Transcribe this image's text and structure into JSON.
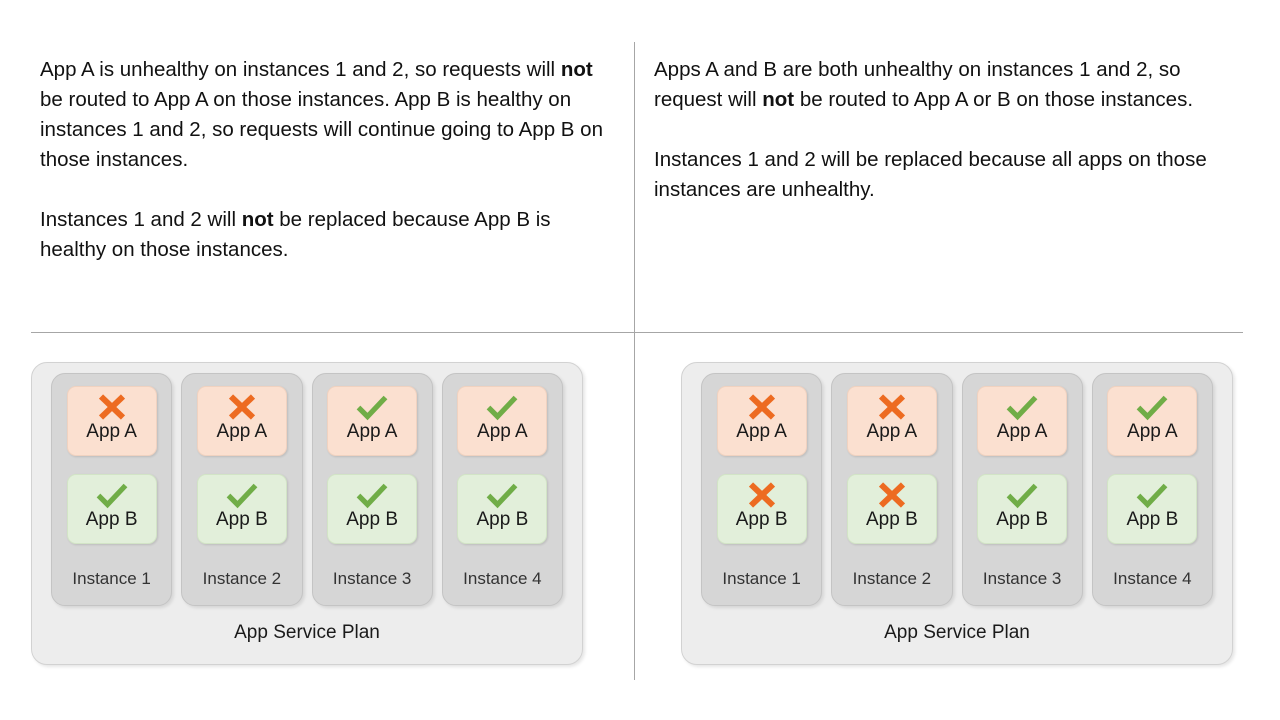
{
  "colors": {
    "app_a_background": "#fbe0d0",
    "app_b_background": "#e2efda",
    "instance_background": "#d6d6d6",
    "plan_background": "#ededed",
    "healthy_check": "#70ad47",
    "unhealthy_cross": "#ed6b21",
    "divider": "#a6a6a6"
  },
  "left": {
    "paragraphs": [
      [
        {
          "text": "App A is unhealthy on instances 1 and 2, so requests will ",
          "bold": false
        },
        {
          "text": "not",
          "bold": true
        },
        {
          "text": " be routed to App A on those instances. App B is healthy on instances 1 and 2, so requests will continue going to App B on those instances.",
          "bold": false
        }
      ],
      [
        {
          "text": "Instances 1 and 2 will ",
          "bold": false
        },
        {
          "text": "not",
          "bold": true
        },
        {
          "text": " be replaced because App B is healthy on those instances.",
          "bold": false
        }
      ]
    ],
    "plan_label": "App Service Plan",
    "instances": [
      {
        "label": "Instance 1",
        "apps": [
          {
            "name": "App A",
            "status": "unhealthy",
            "icon": "cross-icon"
          },
          {
            "name": "App B",
            "status": "healthy",
            "icon": "check-icon"
          }
        ]
      },
      {
        "label": "Instance 2",
        "apps": [
          {
            "name": "App A",
            "status": "unhealthy",
            "icon": "cross-icon"
          },
          {
            "name": "App B",
            "status": "healthy",
            "icon": "check-icon"
          }
        ]
      },
      {
        "label": "Instance 3",
        "apps": [
          {
            "name": "App A",
            "status": "healthy",
            "icon": "check-icon"
          },
          {
            "name": "App B",
            "status": "healthy",
            "icon": "check-icon"
          }
        ]
      },
      {
        "label": "Instance 4",
        "apps": [
          {
            "name": "App A",
            "status": "healthy",
            "icon": "check-icon"
          },
          {
            "name": "App B",
            "status": "healthy",
            "icon": "check-icon"
          }
        ]
      }
    ]
  },
  "right": {
    "paragraphs": [
      [
        {
          "text": "Apps A and B are both unhealthy on instances 1 and 2, so request will ",
          "bold": false
        },
        {
          "text": "not",
          "bold": true
        },
        {
          "text": " be routed to App A or B on those instances.",
          "bold": false
        }
      ],
      [
        {
          "text": "Instances 1 and 2 will be replaced because all apps on those instances are unhealthy.",
          "bold": false
        }
      ]
    ],
    "plan_label": "App Service Plan",
    "instances": [
      {
        "label": "Instance 1",
        "apps": [
          {
            "name": "App A",
            "status": "unhealthy",
            "icon": "cross-icon"
          },
          {
            "name": "App B",
            "status": "unhealthy",
            "icon": "cross-icon"
          }
        ]
      },
      {
        "label": "Instance 2",
        "apps": [
          {
            "name": "App A",
            "status": "unhealthy",
            "icon": "cross-icon"
          },
          {
            "name": "App B",
            "status": "unhealthy",
            "icon": "cross-icon"
          }
        ]
      },
      {
        "label": "Instance 3",
        "apps": [
          {
            "name": "App A",
            "status": "healthy",
            "icon": "check-icon"
          },
          {
            "name": "App B",
            "status": "healthy",
            "icon": "check-icon"
          }
        ]
      },
      {
        "label": "Instance 4",
        "apps": [
          {
            "name": "App A",
            "status": "healthy",
            "icon": "check-icon"
          },
          {
            "name": "App B",
            "status": "healthy",
            "icon": "check-icon"
          }
        ]
      }
    ]
  }
}
